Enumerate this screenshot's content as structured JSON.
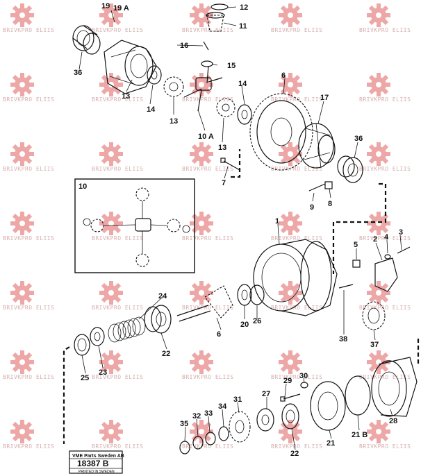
{
  "watermark": {
    "text": "BRIVKPRO ELIIS",
    "color": "#e06060"
  },
  "inset": {
    "label": "10"
  },
  "callouts": {
    "c1": "1",
    "c2": "2",
    "c3": "3",
    "c4": "4",
    "c5": "5",
    "c6a": "6",
    "c6b": "6",
    "c7": "7",
    "c8": "8",
    "c9": "9",
    "c10a": "10 A",
    "c11": "11",
    "c12": "12",
    "c13a": "13",
    "c13b": "13",
    "c13c": "13",
    "c14a": "14",
    "c14b": "14",
    "c15": "15",
    "c16": "16",
    "c17": "17",
    "c19": "19",
    "c19a": "19 A",
    "c20": "20",
    "c21a": "21",
    "c21b": "21 B",
    "c22a": "22",
    "c22b": "22",
    "c23": "23",
    "c24": "24",
    "c25": "25",
    "c26": "26",
    "c27": "27",
    "c28": "28",
    "c29": "29",
    "c30": "30",
    "c31": "31",
    "c32": "32",
    "c33": "33",
    "c34": "34",
    "c35": "35",
    "c36a": "36",
    "c36b": "36",
    "c37": "37",
    "c38": "38"
  },
  "stamp": {
    "company": "VME Parts Sweden AB",
    "code": "18387 B",
    "printed": "PRINTED IN SWEDEN"
  }
}
